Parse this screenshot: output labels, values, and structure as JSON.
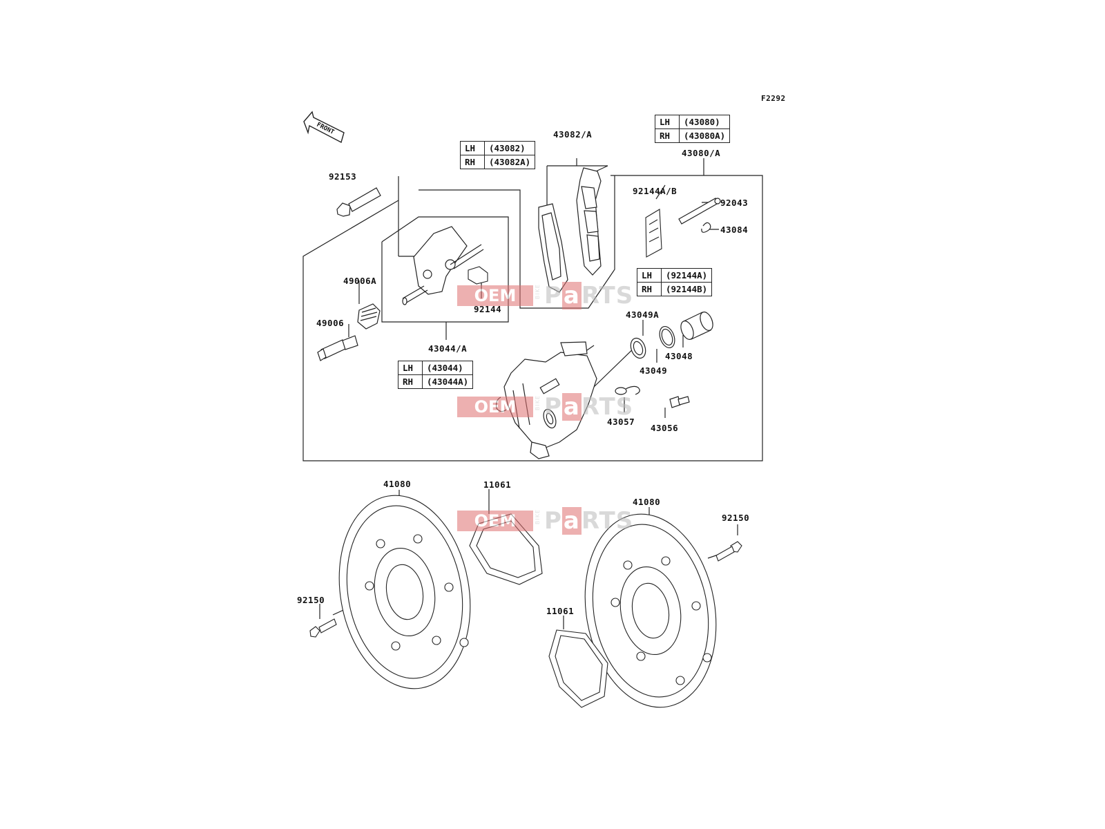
{
  "figure_code": "F2292",
  "front_label": "FRONT",
  "watermark": {
    "oem": "OEM",
    "bike": "BIKE",
    "parts_pre": "P",
    "parts_a": "a",
    "parts_post": "RTS"
  },
  "labels": {
    "p43082A": "43082/A",
    "p43080A": "43080/A",
    "p92153": "92153",
    "p92144AB": "92144A/B",
    "p92043": "92043",
    "p43084": "43084",
    "p49006A": "49006A",
    "p92144": "92144",
    "p49006": "49006",
    "p43049A": "43049A",
    "p43048": "43048",
    "p43044A": "43044/A",
    "p43049": "43049",
    "p43057": "43057",
    "p43056": "43056",
    "p41080L": "41080",
    "p11061L": "11061",
    "p41080R": "41080",
    "p92150R": "92150",
    "p92150L": "92150",
    "p11061R": "11061"
  },
  "variant_tables": {
    "t43082": {
      "lh": "LH",
      "lh_part": "(43082)",
      "rh": "RH",
      "rh_part": "(43082A)"
    },
    "t43080": {
      "lh": "LH",
      "lh_part": "(43080)",
      "rh": "RH",
      "rh_part": "(43080A)"
    },
    "t92144": {
      "lh": "LH",
      "lh_part": "(92144A)",
      "rh": "RH",
      "rh_part": "(92144B)"
    },
    "t43044": {
      "lh": "LH",
      "lh_part": "(43044)",
      "rh": "RH",
      "rh_part": "(43044A)"
    }
  }
}
